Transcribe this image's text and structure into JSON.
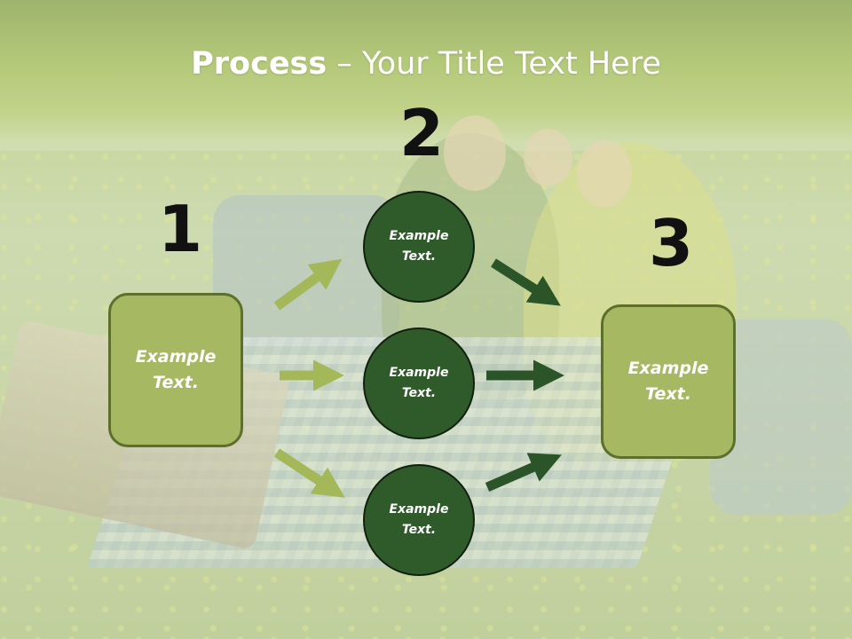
{
  "title": {
    "bold": "Process",
    "rest": " – Your Title Text Here"
  },
  "steps": {
    "one": "1",
    "two": "2",
    "three": "3"
  },
  "left_box": {
    "line1": "Example",
    "line2": "Text."
  },
  "right_box": {
    "line1": "Example",
    "line2": "Text."
  },
  "circles": [
    {
      "line1": "Example",
      "line2": "Text."
    },
    {
      "line1": "Example",
      "line2": "Text."
    },
    {
      "line1": "Example",
      "line2": "Text."
    }
  ],
  "colors": {
    "box_fill": "#a6b861",
    "box_border": "#5d6f2c",
    "circle_fill": "#2f5a2a",
    "arrow_light": "#a4b85a",
    "arrow_dark": "#2b5428",
    "title_text": "#ffffff",
    "number_text": "#111111"
  }
}
